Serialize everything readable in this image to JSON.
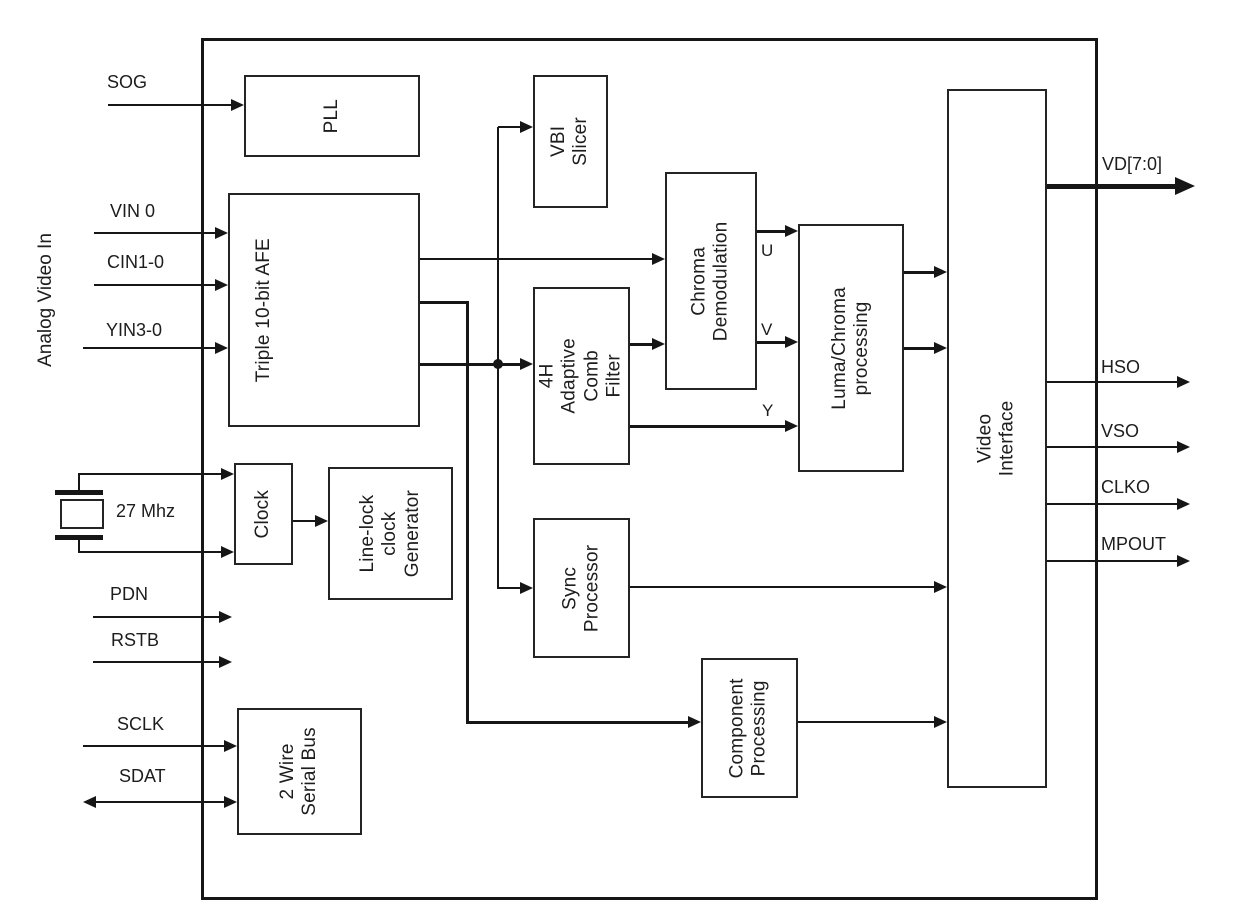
{
  "diagram": {
    "blocks": {
      "pll": "PLL",
      "afe": "Triple 10-bit AFE",
      "vbi_slicer": "VBI Slicer",
      "comb_filter": "4H Adaptive\nComb Filter",
      "chroma_demod": "Chroma\nDemodulation",
      "luma_chroma": "Luma/Chroma\nprocessing",
      "clock": "Clock",
      "line_lock": "Line-lock\nclock\nGenerator",
      "sync_processor": "Sync\nProcessor",
      "serial_bus": "2 Wire\nSerial Bus",
      "component_processing": "Component\nProcessing",
      "video_interface": "Video Interface"
    },
    "left_group_label": "Analog Video In",
    "inputs": {
      "sog": "SOG",
      "vin0": "VIN 0",
      "cin": "CIN1-0",
      "yin": "YIN3-0",
      "crystal": "27 Mhz",
      "pdn": "PDN",
      "rstb": "RSTB",
      "sclk": "SCLK",
      "sdat": "SDAT"
    },
    "outputs": {
      "vd": "VD[7:0]",
      "hso": "HSO",
      "vso": "VSO",
      "clko": "CLKO",
      "mpout": "MPOUT"
    },
    "signals": {
      "u": "U",
      "v": "V",
      "y": "Y"
    },
    "colors": {
      "line": "#161616",
      "background": "#ffffff"
    }
  }
}
